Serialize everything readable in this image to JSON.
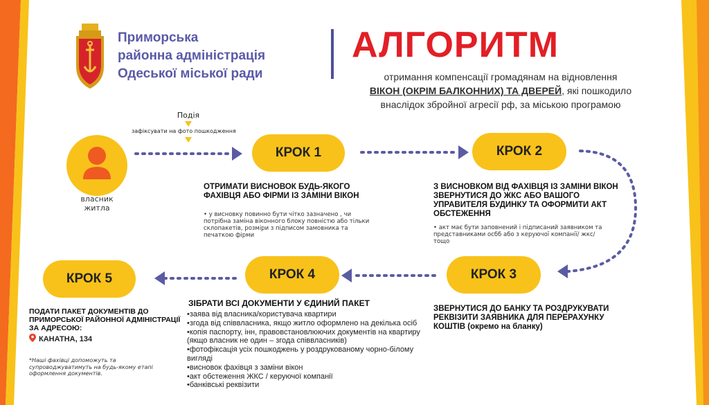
{
  "header": {
    "org_line1": "Приморська",
    "org_line2": "районна адміністрація",
    "org_line3": "Одеської міської ради",
    "title": "АЛГОРИТМ",
    "subtitle_part1": "отримання компенсації громадянам на відновлення",
    "subtitle_emph": "ВІКОН (ОКРІМ БАЛКОННИХ) ТА ДВЕРЕЙ",
    "subtitle_part2": ", які пошкодило внаслідок збройної агресії рф, за міською програмою"
  },
  "start": {
    "event_label": "Подія",
    "event_note": "зафіксувати на фото пошкодження",
    "owner_label": "власник житла"
  },
  "steps": [
    {
      "label": "КРОК 1",
      "heading": "ОТРИМАТИ ВИСНОВОК БУДЬ-ЯКОГО ФАХІВЦЯ АБО ФІРМИ ІЗ ЗАМІНИ ВІКОН",
      "note": "• у висновку повинно бути чітко зазначено , чи потрібна заміна віконного блоку повністю або тільки склопакетів, розміри з підписом замовника та печаткою фірми"
    },
    {
      "label": "КРОК 2",
      "heading": "З ВИСНОВКОМ ВІД ФАХІВЦЯ ІЗ ЗАМІНИ ВІКОН ЗВЕРНУТИСЯ ДО ЖКС АБО ВАШОГО УПРАВИТЕЛЯ БУДИНКУ ТА ОФОРМИТИ АКТ ОБСТЕЖЕННЯ",
      "note": "• акт має бути заповнений і підписаний заявником та представниками осбб або з керуючої компанії/ жкс/тощо"
    },
    {
      "label": "КРОК 3",
      "heading": "ЗВЕРНУТИСЯ ДО БАНКУ ТА РОЗДРУКУВАТИ РЕКВІЗИТИ ЗАЯВНИКА ДЛЯ ПЕРЕРАХУНКУ КОШТІВ",
      "heading_tail": " (окремо на бланку)"
    },
    {
      "label": "КРОК 4",
      "heading": "ЗІБРАТИ ВСІ ДОКУМЕНТИ У ЄДИНИЙ ПАКЕТ",
      "items": [
        "•заява від власника/користувача квартири",
        "•згода від співвласника, якщо житло оформлено на декілька осіб",
        "•копія паспорту, інн, правовстановлюючих документів на квартиру (якщо власник не один – згода співвласників)",
        "•фотофіксація усіх пошкоджень у роздрукованому чорно-білому вигляді",
        "•висновок фахівця з заміни вікон",
        "•акт обстеження ЖКС / керуючої компанії",
        "•банківські реквізити"
      ]
    },
    {
      "label": "КРОК 5",
      "heading": "ПОДАТИ ПАКЕТ ДОКУМЕНТІВ ДО ПРИМОРСЬКОЇ РАЙОННОЇ АДМІНІСТРАЦІЇ ЗА АДРЕСОЮ:",
      "address": "КАНАТНА, 134",
      "footnote": "*Наші фахівці допоможуть та супроводжуватимуть на будь-якому етапі оформлення документів."
    }
  ],
  "colors": {
    "accent_yellow": "#f8c21a",
    "title_red": "#e21f26",
    "brand_purple": "#4f4f9c",
    "stripe_orange": "#f46a1e"
  },
  "icons": {
    "coat_of_arms": "odesa-coat-of-arms-icon",
    "person": "person-icon",
    "pin": "location-pin-icon"
  }
}
